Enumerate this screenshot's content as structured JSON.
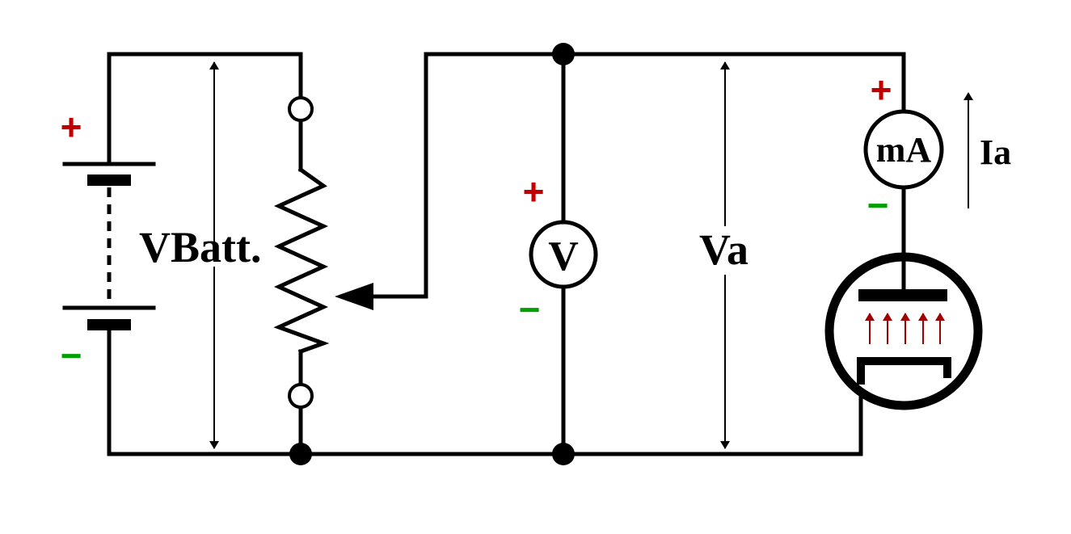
{
  "labels": {
    "battery_voltage": "VBatt.",
    "anode_voltage": "Va",
    "anode_current": "Ia",
    "voltmeter": "V",
    "milliammeter": "mA"
  },
  "signs": {
    "battery_plus": "+",
    "battery_minus": "−",
    "voltmeter_plus": "+",
    "voltmeter_minus": "−",
    "ammeter_plus": "+",
    "ammeter_minus": "−"
  },
  "colors": {
    "wire": "#000000",
    "plus": "#c00000",
    "minus": "#00a000",
    "electron_flow": "#a00000"
  },
  "icons": {
    "arrow": "arrowhead-icon",
    "node": "junction-dot-icon"
  }
}
